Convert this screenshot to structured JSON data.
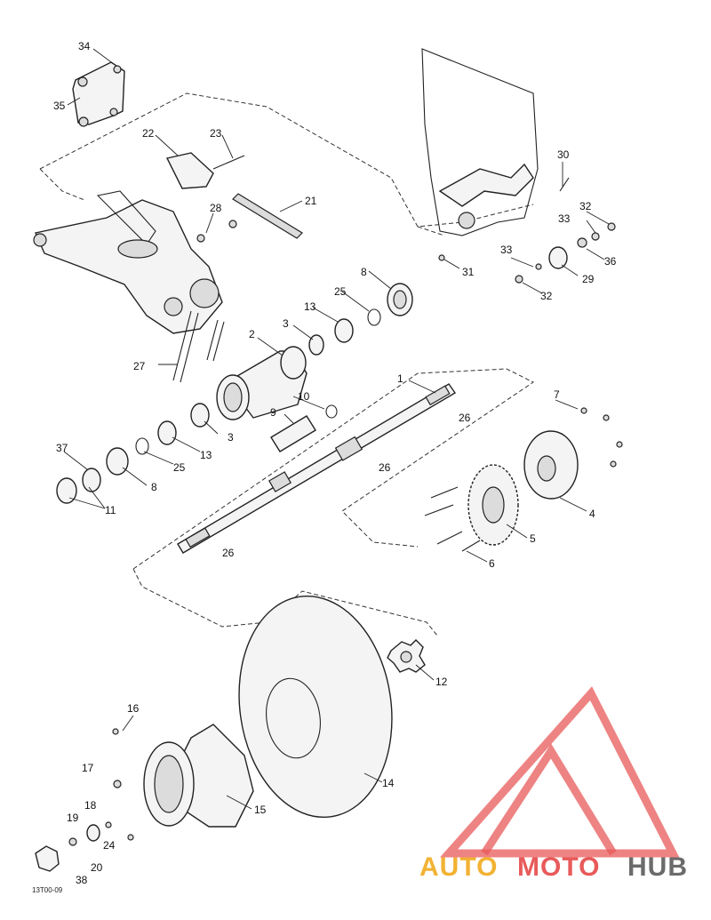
{
  "figure_code": "13T00-09",
  "watermark": {
    "auto": "AUTO",
    "moto": "MOTO",
    "hub": "HUB",
    "color_primary": "#e85a5a",
    "color_secondary": "#f2b233",
    "color_dark": "#6b6b6b"
  },
  "callouts": {
    "c1": "1",
    "c2": "2",
    "c3a": "3",
    "c3b": "3",
    "c4": "4",
    "c5": "5",
    "c6": "6",
    "c7": "7",
    "c8a": "8",
    "c8b": "8",
    "c9": "9",
    "c10": "10",
    "c11": "11",
    "c12": "12",
    "c13a": "13",
    "c13b": "13",
    "c14": "14",
    "c15": "15",
    "c16": "16",
    "c17": "17",
    "c18": "18",
    "c19": "19",
    "c20": "20",
    "c21": "21",
    "c22": "22",
    "c23": "23",
    "c24": "24",
    "c25a": "25",
    "c25b": "25",
    "c26a": "26",
    "c26b": "26",
    "c26c": "26",
    "c27": "27",
    "c28": "28",
    "c29": "29",
    "c30": "30",
    "c31": "31",
    "c32a": "32",
    "c32b": "32",
    "c33a": "33",
    "c33b": "33",
    "c34": "34",
    "c35": "35",
    "c36": "36",
    "c37": "37",
    "c38": "38"
  }
}
